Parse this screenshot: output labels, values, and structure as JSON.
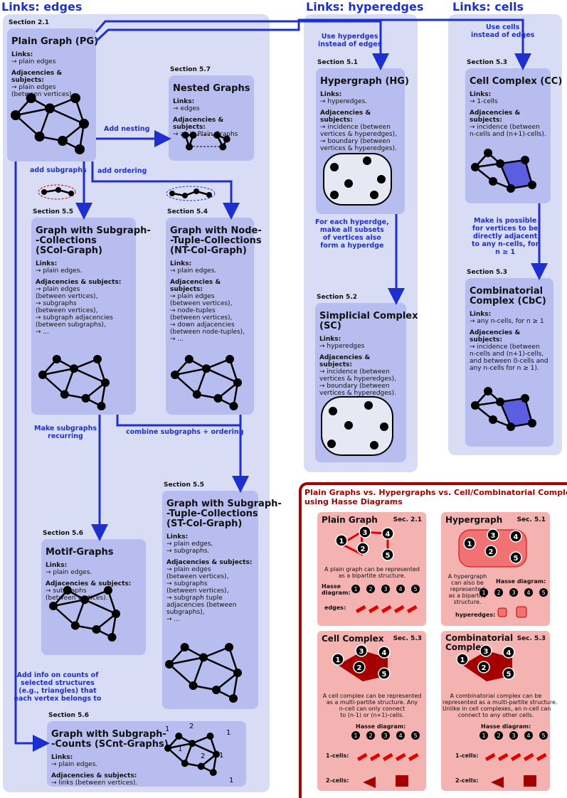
{
  "headers": {
    "edges": "Links: edges",
    "hyperedges": "Links: hyperedges",
    "cells": "Links: cells"
  },
  "boxes": {
    "pg": {
      "section": "Section 2.1",
      "title": "Plain Graph (PG)",
      "lines": [
        "Links:",
        "→ plain edges",
        "Adjacencies & subjects:",
        "→ plain edges",
        "(between vertices)."
      ]
    },
    "nested": {
      "section": "Section 5.7",
      "title": "Nested Graphs",
      "lines": [
        "Links:",
        "→ edges",
        "Adjacencies & subjects:",
        "→ as in Plain Graphs"
      ]
    },
    "scol": {
      "section": "Section 5.5",
      "title": "Graph with Subgraph-\n-Collections\n(SCol-Graph)",
      "lines": [
        "Links:",
        "→ plain edges.",
        "Adjacencies & subjects:",
        "→ plain edges",
        "(between vertices),",
        "→ subgraphs",
        "(between vertices),",
        "→ subgraph adjacencies",
        "(between subgraphs),",
        "→ ..."
      ]
    },
    "ntcol": {
      "section": "Section 5.4",
      "title": "Graph with Node-\n-Tuple-Collections\n(NT-Col-Graph)",
      "lines": [
        "Links:",
        "→ plain edges.",
        "Adjacencies & subjects:",
        "→ plain edges",
        "(between vertices),",
        "→ node-tuples",
        "(between vertices),",
        "→ down adjacencies",
        "(between node-tuples),",
        "→ ..."
      ]
    },
    "motif": {
      "section": "Section 5.6",
      "title": "Motif-Graphs",
      "lines": [
        "Links:",
        "→ plain edges.",
        "Adjacencies & subjects:",
        "→ subgraphs",
        "(between vertices)."
      ]
    },
    "stcol": {
      "section": "Section 5.5",
      "title": "Graph with Subgraph-\n-Tuple-Collections\n(ST-Col-Graph)",
      "lines": [
        "Links:",
        "→ plain edges,",
        "→ subgraphs.",
        "Adjacencies & subjects:",
        "→ plain edges",
        "(between vertices),",
        "→ subgraphs",
        "(between vertices),",
        "→ subgraph tuple",
        "adjacencies (between",
        "subgraphs),",
        "→ ..."
      ]
    },
    "scnt": {
      "section": "Section 5.6",
      "title": "Graph with Subgraph-\n-Counts (SCnt-Graphs)",
      "lines": [
        "Links:",
        "→ plain edges.",
        "Adjacencies & subjects:",
        "→ links (between vertices)."
      ]
    },
    "hg": {
      "section": "Section 5.1",
      "title": "Hypergraph (HG)",
      "lines": [
        "Links:",
        "→ hyperedges.",
        "Adjacencies & subjects:",
        "→ incidence (between",
        "vertices & hyperedges),",
        "→ boundary (between",
        "vertices & hyperedges)."
      ]
    },
    "sc": {
      "section": "Section 5.2",
      "title": "Simplicial Complex\n(SC)",
      "lines": [
        "Links:",
        "→ hyperedges",
        "Adjacencies & subjects:",
        "→ incidence (between",
        "vertices & hyperedges),",
        "→ boundary (between",
        "vertices & hyperedges)."
      ]
    },
    "cc": {
      "section": "Section 5.3",
      "title": "Cell Complex (CC)",
      "lines": [
        "Links:",
        "→ 1-cells",
        "Adjacencies & subjects:",
        "→ incidence (between",
        "n-cells and (n+1)-cells)."
      ]
    },
    "cbc": {
      "section": "Section 5.3",
      "title": "Combinatorial\nComplex (CbC)",
      "lines": [
        "Links:",
        "→ any n-cells, for n ≥ 1",
        "Adjacencies & subjects:",
        "→ incidence (between",
        "n-cells and (n+1)-cells,",
        "and between 0-cells and",
        "any n-cells for n ≥ 1)."
      ]
    }
  },
  "annotations": {
    "add_nesting": "Add nesting",
    "add_subgraphs": "add subgraphs",
    "add_ordering": "add ordering",
    "make_recurring": "Make subgraphs\nrecurring",
    "combine": "combine subgraphs + ordering",
    "add_info": "Add info on counts of\nselected structures\n(e.g., triangles) that\neach vertex belongs to",
    "use_hyperedges": "Use hyperdges\ninstead of edges",
    "use_cells": "Use cells\ninstead of edges",
    "each_hyperedge": "For each hyperdge,\nmake all subsets\nof vertices also\nform a hyperdge",
    "make_possible": "Make is possible\nfor vertices to be\ndirectly adjacent\nto any n-cells, for\nn ≥ 1"
  },
  "hasse": {
    "title": "Plain Graphs vs. Hypergraphs vs. Cell/Combinatorial Complexes\nusing Hasse Diagrams",
    "pg": {
      "name": "Plain Graph",
      "sec": "Sec. 2.1",
      "desc": "A plain graph can be represented\nas a bipartite structure.",
      "l1": "Hasse\ndiagram:",
      "l2": "edges:"
    },
    "hg": {
      "name": "Hypergraph",
      "sec": "Sec. 5.1",
      "desc": "A hypergraph\ncan also be\nrepresented\nas a bipartite\nstructure.",
      "l1": "Hasse diagram:",
      "l2": "hyperedges:"
    },
    "cc": {
      "name": "Cell Complex",
      "sec": "Sec. 5.3",
      "desc": "A cell complex can be represented\nas a multi-partite structure. Any\nn-cell can only connect\nto (n-1) or (n+1)-cells.",
      "l1": "Hasse diagram:",
      "l2": "1-cells:",
      "l3": "2-cells:"
    },
    "cbc": {
      "name": "Combinatorial\nComplex",
      "sec": "Sec. 5.3",
      "desc": "A combinatorial complex can be\nrepresented as a multi-partite structure.\nUnlike in cell complexes, an n-cell can\nconnect to any other cells.",
      "l1": "Hasse diagram:",
      "l2": "1-cells:",
      "l3": "2-cells:"
    },
    "nodes": [
      "1",
      "2",
      "3",
      "4",
      "5"
    ]
  },
  "counts": [
    "1",
    "2",
    "1",
    "1",
    "2",
    "1",
    "1"
  ],
  "colors": {
    "blue": "#1e2fd0",
    "panel": "#d9dcf5",
    "box": "#b8bdf0",
    "red": "#a50000",
    "pink": "#f4b2b0",
    "cell": "#5b5ee0"
  }
}
